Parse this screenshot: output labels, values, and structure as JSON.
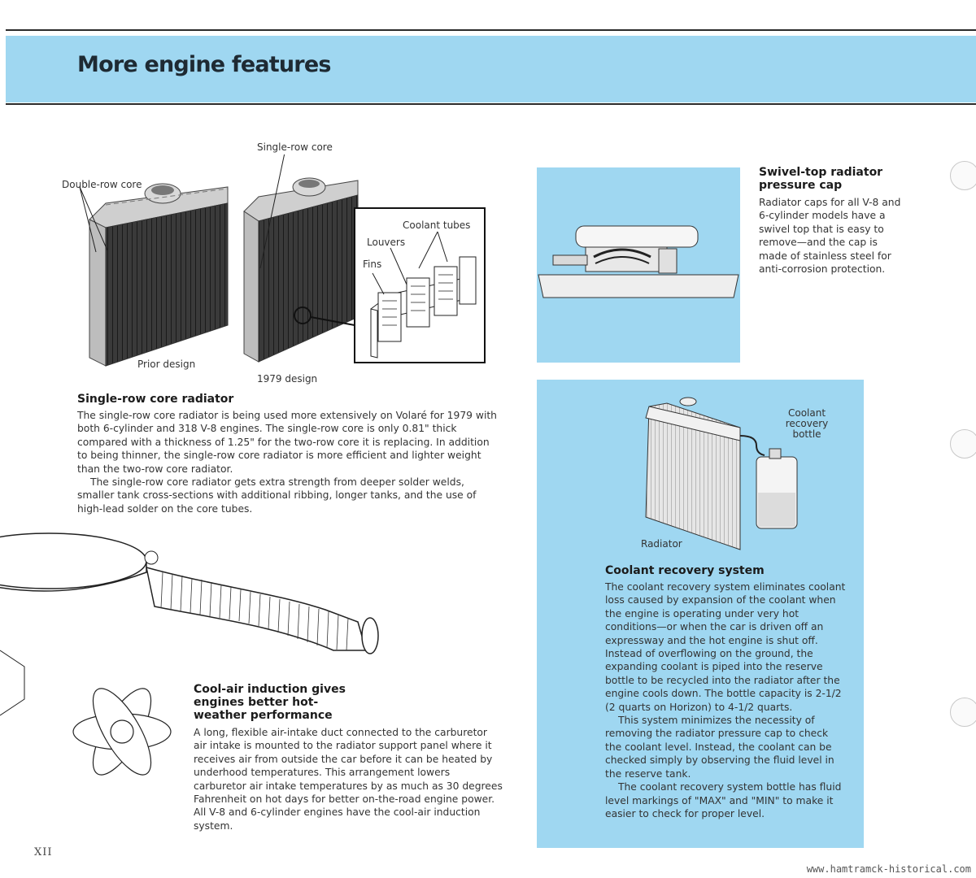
{
  "header": {
    "title": "More engine features"
  },
  "radiator_section": {
    "captions": {
      "double_row": "Double-row core",
      "single_row": "Single-row core",
      "coolant_tubes": "Coolant tubes",
      "louvers": "Louvers",
      "fins": "Fins",
      "prior_design": "Prior design",
      "design_1979": "1979 design"
    },
    "heading": "Single-row core radiator",
    "paragraphs": [
      "The single-row core radiator is being used more extensively on Volaré for 1979 with both 6-cylinder and 318 V-8 engines. The single-row core is only 0.81\" thick compared with a thickness of 1.25\" for the two-row core it is replacing. In addition to being thinner, the single-row core radiator is more efficient and lighter weight than the two-row core radiator.",
      "The single-row core radiator gets extra strength from deeper solder welds, smaller tank cross-sections with additional ribbing, longer tanks, and the use of high-lead solder on the core tubes."
    ]
  },
  "cap_section": {
    "heading": "Swivel-top radiator pressure cap",
    "text": "Radiator caps for all V-8 and 6-cylinder models have a swivel top that is easy to remove—and the cap is made of stainless steel for anti-corrosion protection."
  },
  "coolant_section": {
    "captions": {
      "bottle": "Coolant recovery bottle",
      "radiator": "Radiator"
    },
    "heading": "Coolant recovery system",
    "paragraphs": [
      "The coolant recovery system eliminates coolant loss caused by expansion of the coolant when the engine is operating under very hot conditions—or when the car is driven off an expressway and the hot engine is shut off. Instead of overflowing on the ground, the expanding coolant is piped into the reserve bottle to be recycled into the radiator after the engine cools down. The bottle capacity is 2-1/2 (2 quarts on Horizon) to 4-1/2 quarts.",
      "This system minimizes the necessity of removing the radiator pressure cap to check the coolant level. Instead, the coolant can be checked simply by observing the fluid level in the reserve tank.",
      "The coolant recovery system bottle has fluid level markings of \"MAX\" and \"MIN\" to make it easier to check for proper level."
    ]
  },
  "induction_section": {
    "heading": "Cool-air induction gives engines better hot-weather performance",
    "text": "A long, flexible air-intake duct connected to the carburetor air intake is mounted to the radiator support panel where it receives air from outside the car before it can be heated by underhood temperatures. This arrangement lowers carburetor air intake temperatures by as much as 30 degrees Fahrenheit on hot days for better on-the-road engine power. All V-8 and 6-cylinder engines have the cool-air induction system."
  },
  "page_number": "XII",
  "watermark": "www.hamtramck-historical.com",
  "colors": {
    "accent_blue": "#9fd7f1",
    "rule": "#2b2b2b"
  }
}
